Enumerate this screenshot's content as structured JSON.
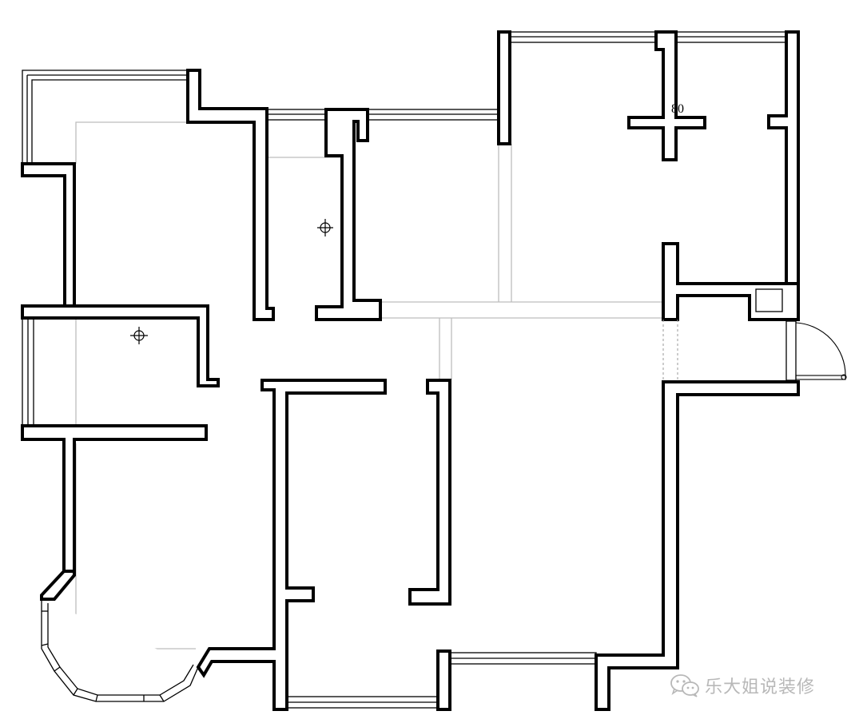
{
  "plan": {
    "dimension_label": "80",
    "fixture_markers": [
      "ceiling-fixture",
      "ceiling-fixture"
    ]
  },
  "watermark": {
    "icon": "wechat-icon",
    "text": "乐大姐说装修",
    "color": "#b8b8b8"
  },
  "colors": {
    "wall": "#000000",
    "background": "#ffffff",
    "guide_line": "#bdbdbd"
  }
}
